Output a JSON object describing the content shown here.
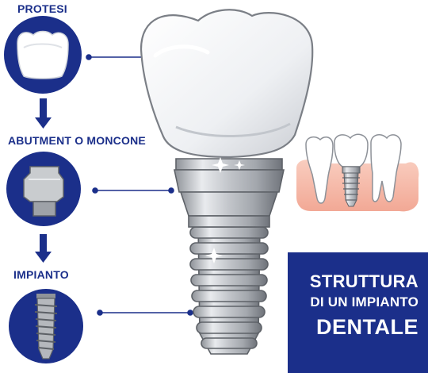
{
  "components": [
    {
      "label": "PROTESI",
      "icon": "crown-icon"
    },
    {
      "label": "ABUTMENT O MONCONE",
      "icon": "abutment-icon"
    },
    {
      "label": "IMPIANTO",
      "icon": "implant-screw-icon"
    }
  ],
  "title": {
    "line1": "STRUTTURA",
    "line2": "DI UN IMPIANTO",
    "line3": "DENTALE"
  },
  "colors": {
    "navy": "#1b2f8a",
    "gum": "#f6b8a8",
    "metal": "#b9bcc1",
    "tooth": "#ffffff"
  }
}
